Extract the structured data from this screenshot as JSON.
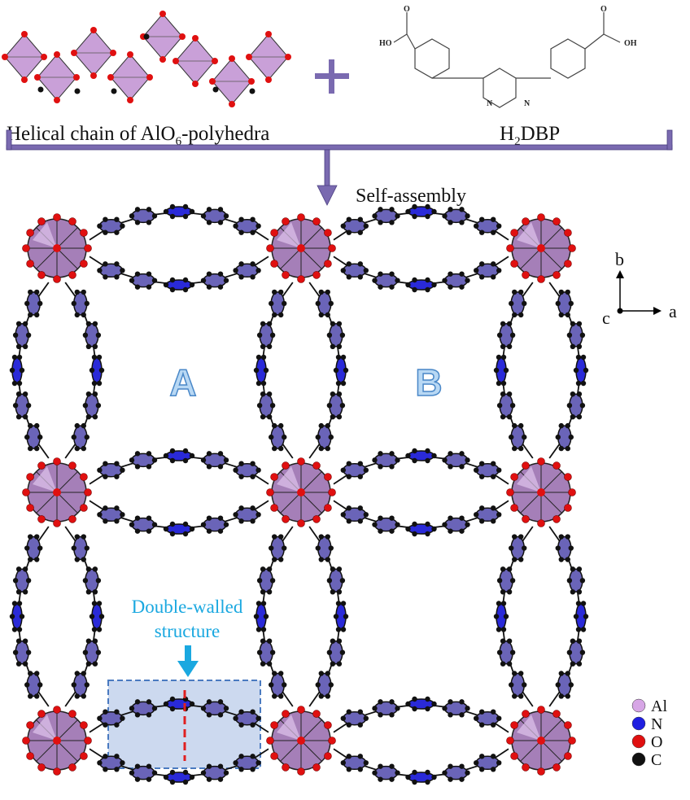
{
  "header": {
    "chain_label": "Helical chain of AlO",
    "chain_sub": "6",
    "chain_suffix": "-polyhedra",
    "plus": "+",
    "ligand_label_pre": "H",
    "ligand_sub": "2",
    "ligand_label_post": "DBP",
    "step_label": "Self-assembly"
  },
  "molecule": {
    "ho": "HO",
    "oh": "OH",
    "o1": "O",
    "o2": "O",
    "n1": "N",
    "n2": "N"
  },
  "channels": {
    "a": "A",
    "b": "B"
  },
  "annotation": {
    "line1": "Double-walled",
    "line2": "structure"
  },
  "axes": {
    "b": "b",
    "c": "c",
    "a": "a"
  },
  "legend": [
    {
      "label": "Al",
      "color": "#d7a6e6"
    },
    {
      "label": "N",
      "color": "#1f1fe0"
    },
    {
      "label": "O",
      "color": "#e01010"
    },
    {
      "label": "C",
      "color": "#111111"
    }
  ],
  "colors": {
    "polyhedra": "#a57fb8",
    "ring": "#6a64b8",
    "bracket": "#7a6ab0",
    "annotation": "#1aa8e0",
    "box": "#b7c9e8"
  }
}
